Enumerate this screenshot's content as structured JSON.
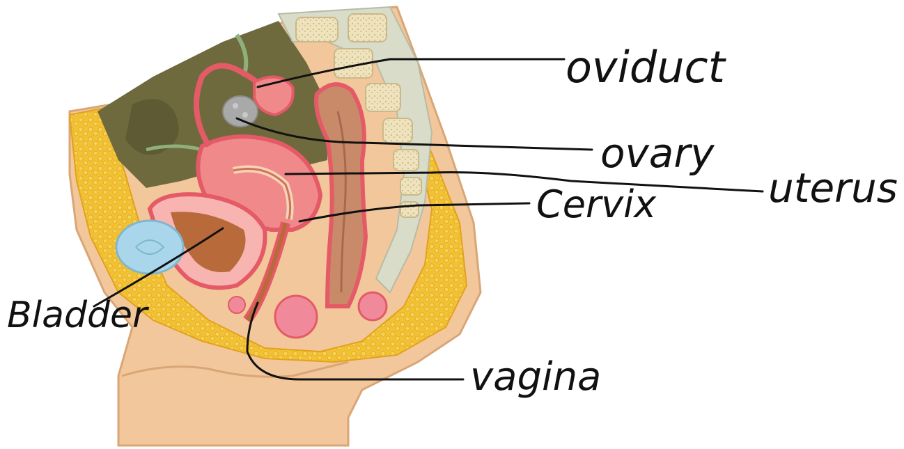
{
  "labels": {
    "oviduct": "oviduct",
    "ovary": "ovary",
    "uterus": "uterus",
    "cervix": "Cervix",
    "bladder": "Bladder",
    "vagina": "vagina"
  },
  "colors": {
    "skin": "#f2c79c",
    "skin_dark": "#d9a676",
    "fat": "#f1c232",
    "fat_dot": "#e3a11d",
    "cavity": "#6e6a3e",
    "cavity_dark": "#57542f",
    "organ_pink": "#f08a8a",
    "organ_red": "#e45a66",
    "organ_light": "#f7b4b0",
    "bladder_brown": "#b86a3a",
    "bone": "#efe3bd",
    "bone_dot": "#b9a46a",
    "rectum": "#c98a6a",
    "pubic_blue": "#a9d6ea",
    "line": "#111111"
  }
}
